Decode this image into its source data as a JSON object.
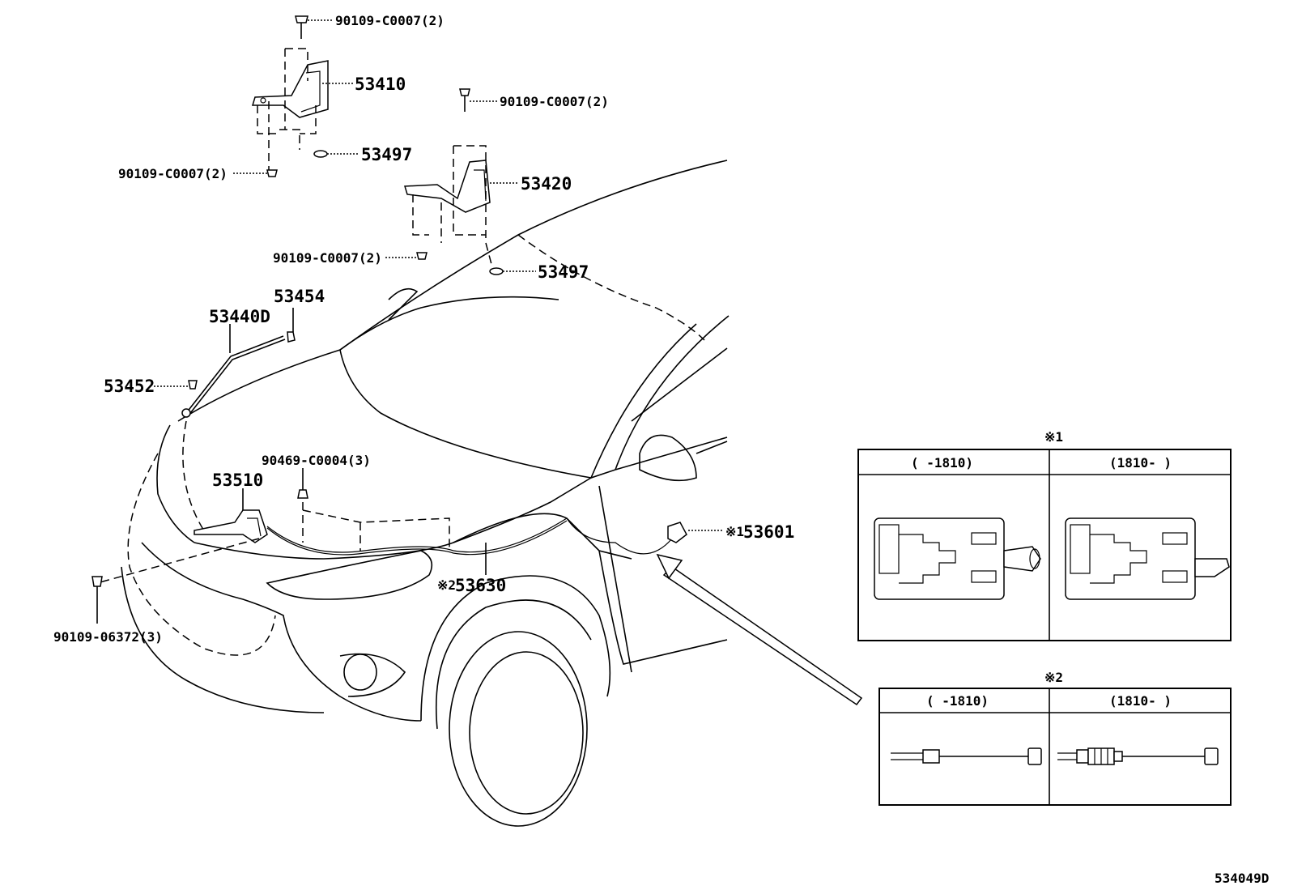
{
  "diagram_id": "534049D",
  "parts": {
    "bolt_top_1": "90109-C0007(2)",
    "bolt_top_2": "90109-C0007(2)",
    "bolt_left_1": "90109-C0007(2)",
    "bolt_left_2": "90109-C0007(2)",
    "hinge_left": "53410",
    "hinge_right": "53420",
    "washer_1": "53497",
    "washer_2": "53497",
    "support_rod": "53440D",
    "rod_holder": "53454",
    "rod_clip": "53452",
    "nut": "90469-C0004(3)",
    "hood_lock": "53510",
    "bolt_lock": "90109-06372(3)",
    "release_lever": "53601",
    "release_lever_mark": "※1",
    "release_cable": "53630",
    "release_cable_mark": "※2"
  },
  "inset1": {
    "mark": "※1",
    "col_left": "(     -1810)",
    "col_right": "(1810-     )"
  },
  "inset2": {
    "mark": "※2",
    "col_left": "(     -1810)",
    "col_right": "(1810-     )"
  }
}
